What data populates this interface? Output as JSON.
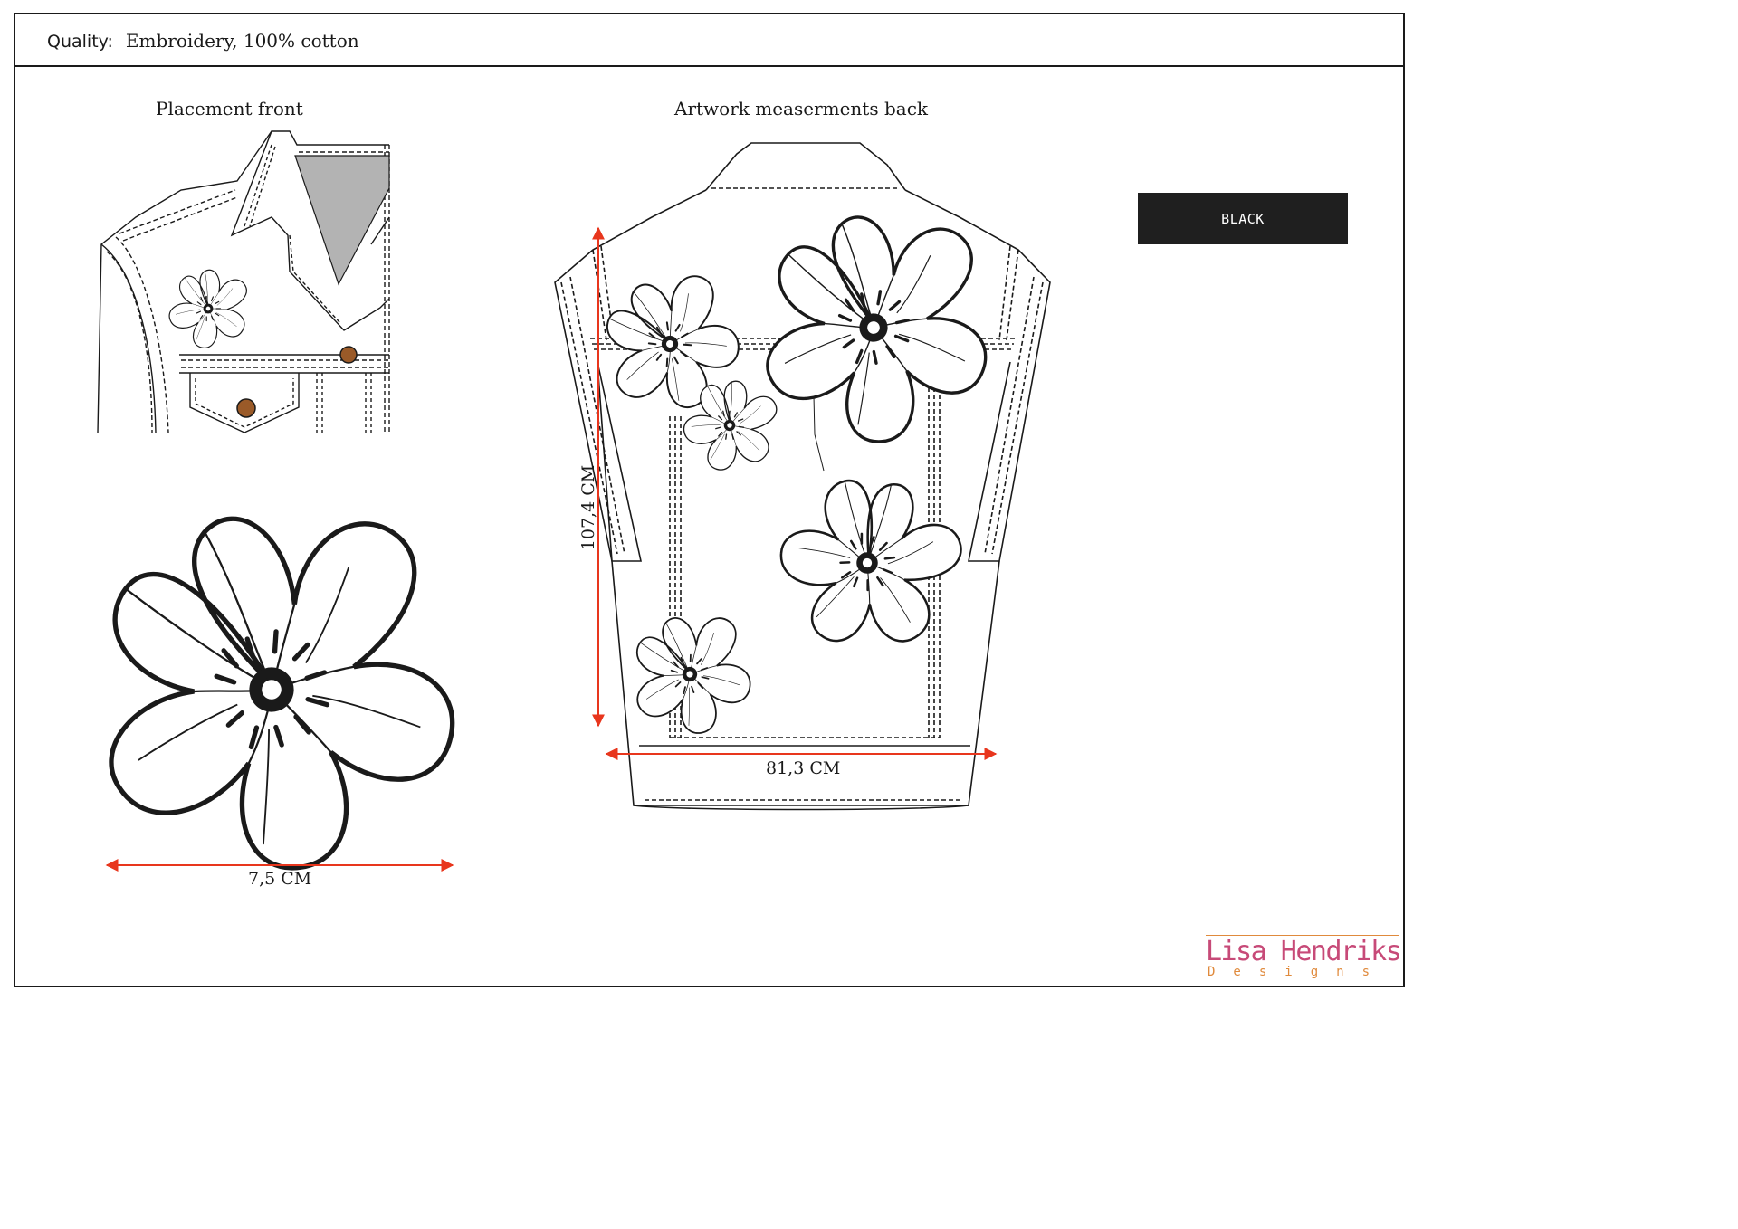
{
  "header": {
    "quality_label": "Quality:",
    "quality_value": "Embroidery, 100% cotton"
  },
  "sections": {
    "front_title": "Placement front",
    "back_title": "Artwork measerments back"
  },
  "color_swatch": {
    "label": "BLACK",
    "fill": "#1f1f1f"
  },
  "measurements": {
    "flower_width": "7,5 CM",
    "back_height": "107,4 CM",
    "back_width": "81,3 CM"
  },
  "colors": {
    "arrow": "#e8361d",
    "outline": "#1a1a1a",
    "collar_shade": "#b3b3b3",
    "button": "#9a5a28",
    "logo_primary": "#c74a78",
    "logo_secondary": "#e08a3c"
  },
  "logo": {
    "name": "Lisa Hendriks",
    "subtitle": "Designs"
  }
}
